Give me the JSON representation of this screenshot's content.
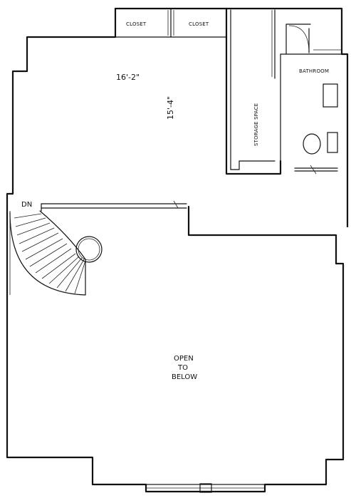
{
  "plan": {
    "rooms": {
      "closet_left": "CLOSET",
      "closet_right": "CLOSET",
      "bathroom": "BATHROOM",
      "storage": "STORAGE SPACE"
    },
    "dimensions": {
      "width": "16'-2\"",
      "depth": "15'-4\""
    },
    "stair_label": "DN",
    "open_label": {
      "line1": "OPEN",
      "line2": "TO",
      "line3": "BELOW"
    }
  }
}
